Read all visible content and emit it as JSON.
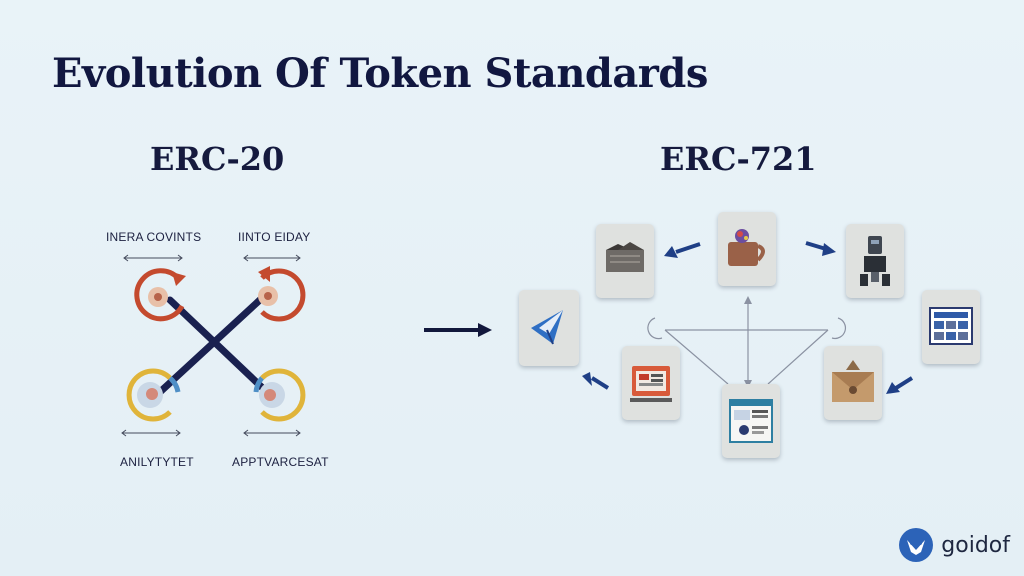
{
  "title": "Evolution Of Token Standards",
  "erc20": {
    "heading": "ERC-20",
    "labels": {
      "top_left": "INERA COVINTS",
      "top_right": "IINTO EIDAY",
      "bottom_left": "ANILYTYTET",
      "bottom_right": "APPTVARCESAT"
    }
  },
  "erc721": {
    "heading": "ERC-721",
    "tiles": [
      {
        "name": "paper-plane-tile",
        "icon": "paper-plane-icon"
      },
      {
        "name": "wallet-tile",
        "icon": "wallet-icon"
      },
      {
        "name": "coffee-mug-tile",
        "icon": "coffee-mug-icon"
      },
      {
        "name": "robot-tile",
        "icon": "robot-icon"
      },
      {
        "name": "gallery-tile",
        "icon": "gallery-icon"
      },
      {
        "name": "monitor-tile",
        "icon": "monitor-icon"
      },
      {
        "name": "browser-window-tile",
        "icon": "browser-window-icon"
      },
      {
        "name": "envelope-tile",
        "icon": "envelope-icon"
      }
    ]
  },
  "brand": {
    "name": "goidof",
    "icon": "owl-logo-icon"
  },
  "colors": {
    "background": "#e6f1f6",
    "title": "#111740",
    "arrow_blue": "#1f3f86",
    "x_line": "#1a2150",
    "red_cycle": "#c44a2e",
    "yellow_cycle": "#e0b43a",
    "tile_bg": "#dfe1df",
    "brand_blue": "#2c63b8"
  }
}
